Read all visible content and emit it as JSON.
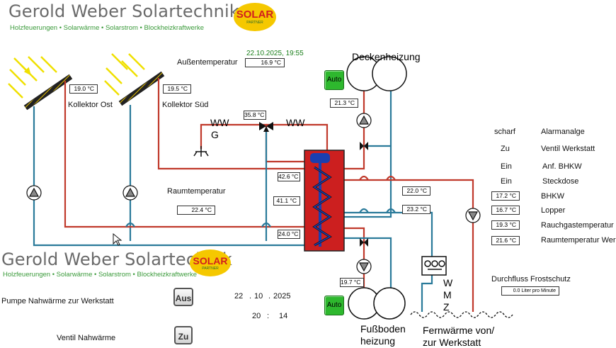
{
  "header": {
    "company": "Gerold Weber Solartechnik",
    "tagline": "Holzfeuerungen • Solarwärme • Solarstrom • Blockheizkraftwerke",
    "logo_text": "SOLAR",
    "logo_sub": "PARTNER"
  },
  "datetime": "22.10.2025, 19:55",
  "labels": {
    "aussentemp": "Außentemperatur",
    "kollektor_ost": "Kollektor Ost",
    "kollektor_sued": "Kollektor Süd",
    "raumtemp": "Raumtemperatur",
    "deckenheizung": "Deckenheizung",
    "fussboden1": "Fußboden",
    "fussboden2": "heizung",
    "fernwaerme1": "Fernwärme von/",
    "fernwaerme2": "zur Werkstatt",
    "ww_left": "WW",
    "ww_g": "G",
    "ww_right": "WW",
    "wmz_w": "W",
    "wmz_m": "M",
    "wmz_z": "Z",
    "durchfluss": "Durchfluss Frostschutz"
  },
  "values": {
    "aussentemp": "16.9 °C",
    "kollektor_ost": "19.0 °C",
    "kollektor_sued": "19.5 °C",
    "ww_temp": "35.8 °C",
    "decken_temp": "21.3 °C",
    "raumtemp": "22.4 °C",
    "speicher_oben": "42.6 °C",
    "speicher_mitte": "41.1 °C",
    "speicher_unten": "24.0 °C",
    "vorlauf": "22.0 °C",
    "ruecklauf": "23.2 °C",
    "fussboden_temp": "19.7 °C",
    "durchfluss": "0.0 Liter pro Minute"
  },
  "status": [
    {
      "state": "scharf",
      "label": "Alarmanalge"
    },
    {
      "state": "Zu",
      "label": "Ventil Werkstatt"
    },
    {
      "state": "Ein",
      "label": "Anf. BHKW"
    },
    {
      "state": "Ein",
      "label": "Steckdose"
    }
  ],
  "temps_right": [
    {
      "value": "17.2 °C",
      "label": "BHKW"
    },
    {
      "value": "16.7 °C",
      "label": "Lopper"
    },
    {
      "value": "19.3 °C",
      "label": "Rauchgastemperatur"
    },
    {
      "value": "21.6 °C",
      "label": "Raumtemperatur Werk"
    }
  ],
  "buttons": {
    "auto1": "Auto",
    "auto2": "Auto",
    "aus": "Aus",
    "zu": "Zu"
  },
  "panel": {
    "pumpe_label": "Pumpe  Nahwärme zur Werkstatt",
    "ventil_label": "Ventil Nahwärme",
    "date_d": "22",
    "date_m": "10",
    "date_y": "2025",
    "date_sep": ".",
    "time_h": "20",
    "time_m": "14",
    "time_sep": ":"
  },
  "colors": {
    "hot": "#c0392b",
    "cold": "#2a7a9a",
    "tank": "#cc1f1f",
    "coil": "#1a3fb0",
    "auto_green": "#2eb82e",
    "brand_green": "#3a9a3a"
  }
}
